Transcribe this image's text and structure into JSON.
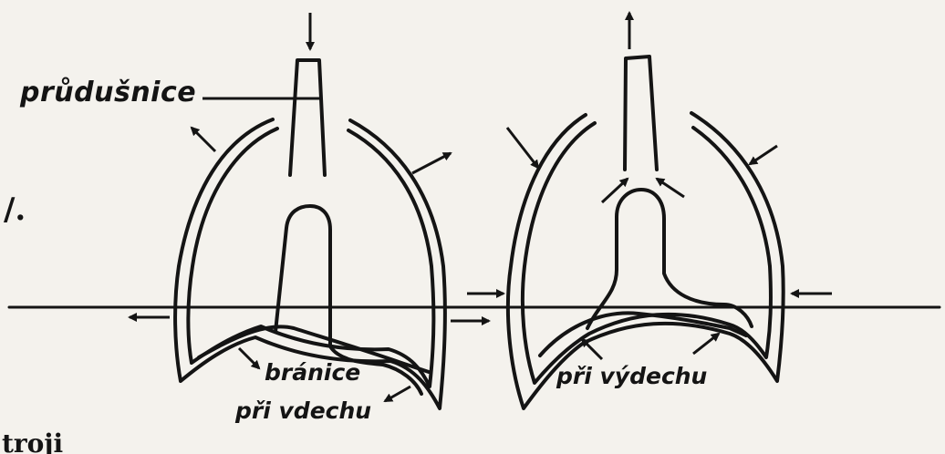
{
  "labels": {
    "trachea": "průdušnice",
    "diaphragm": "bránice",
    "inhale": "při vdechu",
    "exhale": "při výdechu"
  },
  "fragments": {
    "left_margin_mark": "/.",
    "bottom_cut_text": "troji"
  },
  "colors": {
    "ink": "#141414",
    "paper": "#f4f2ed"
  }
}
